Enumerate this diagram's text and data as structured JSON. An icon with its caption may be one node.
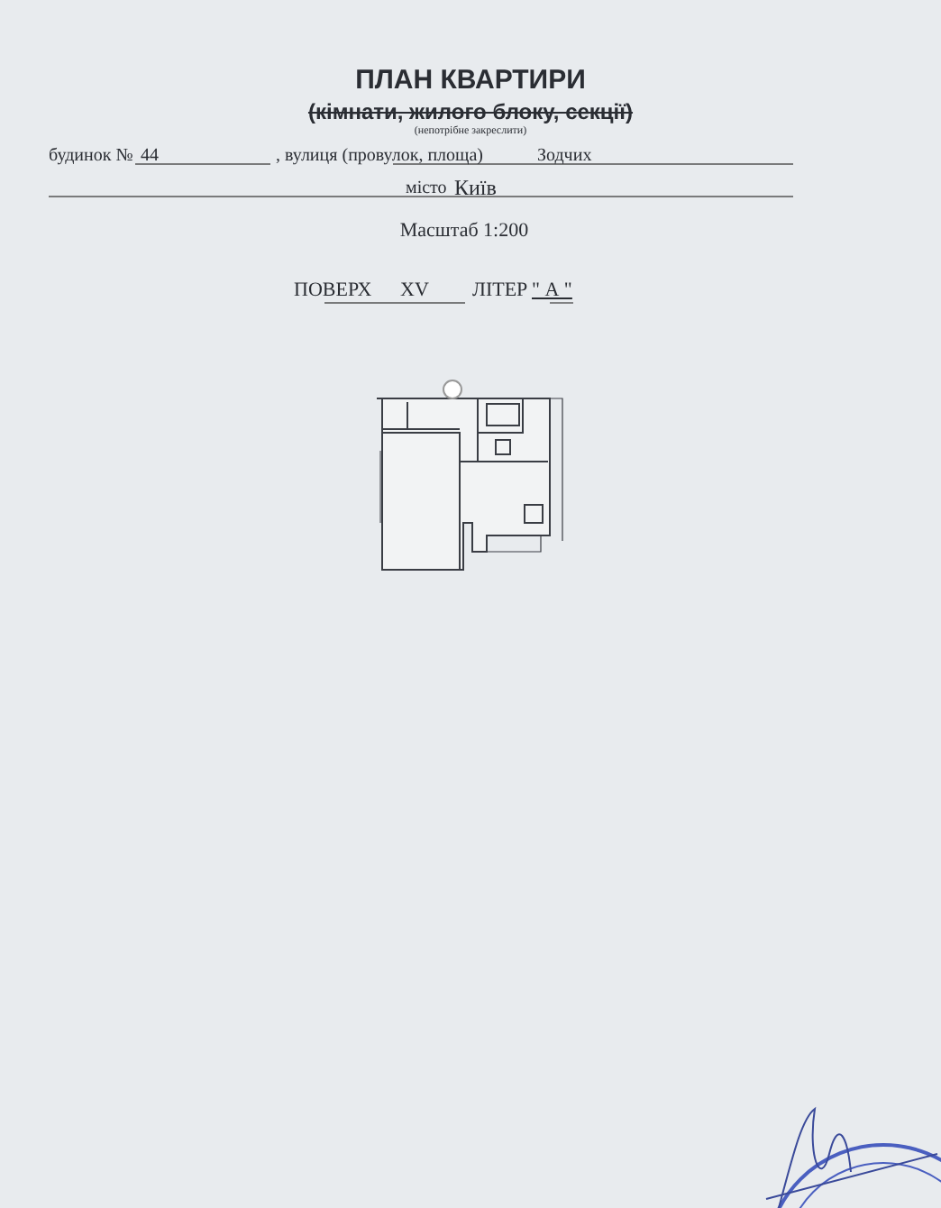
{
  "diagram": {
    "title": "ПЛАН КВАРТИРИ",
    "labels": [
      "(кімнати, жилого блоку, секції)",
      "(непотрібне закреслити)",
      "будинок №",
      "44",
      ", вулиця (провулок, площа)",
      "Зодчих",
      "місто",
      "Київ",
      "Масштаб 1:200",
      "ПОВЕРХ",
      "XV",
      "ЛІТЕР",
      "\" А \""
    ]
  }
}
